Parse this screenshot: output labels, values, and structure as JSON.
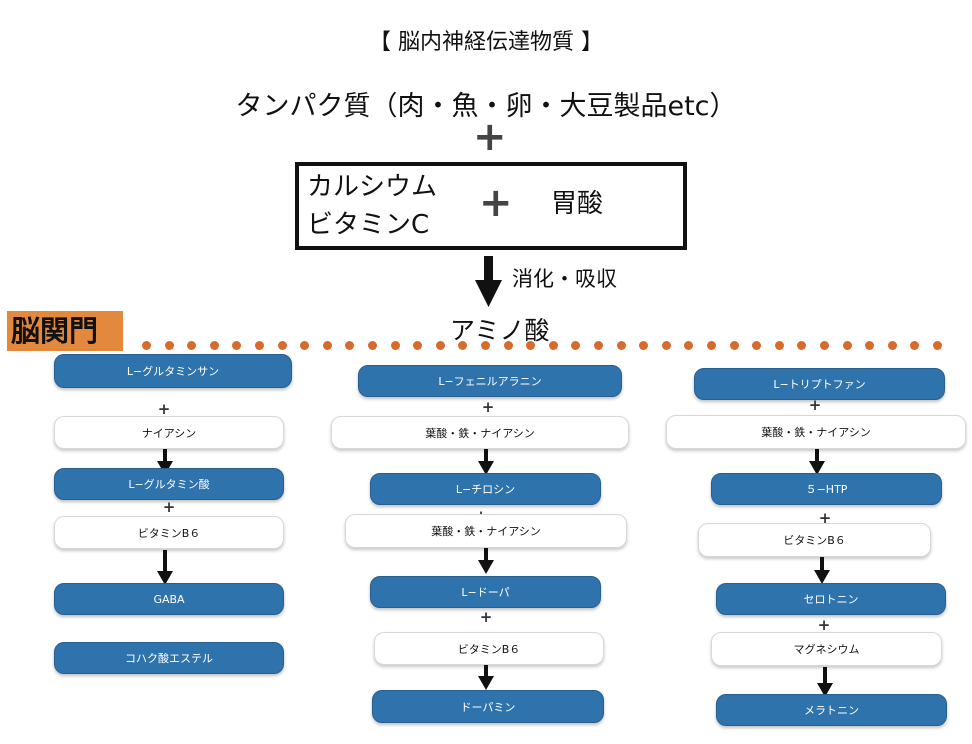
{
  "title": "【 脳内神経伝達物質 】",
  "protein": "タンパク質（肉・魚・卵・大豆製品etc）",
  "plus": "+",
  "box": {
    "line1": "カルシウム",
    "line2": "ビタミンC",
    "plus": "+",
    "right": "胃酸"
  },
  "digestion": "消化・吸収",
  "amino": "アミノ酸",
  "gate": "脳関門",
  "col1": {
    "n1": "L−グルタミンサン",
    "c1": "ナイアシン",
    "n2": "L−グルタミン酸",
    "c2": "ビタミンB６",
    "n3": "GABA",
    "n4": "コハク酸エステル"
  },
  "col2": {
    "n1": "L−フェニルアラニン",
    "c1": "葉酸・鉄・ナイアシン",
    "n2": "L−チロシン",
    "c2": "葉酸・鉄・ナイアシン",
    "n3": "L−ドーパ",
    "c3": "ビタミンB６",
    "n4": "ドーパミン"
  },
  "col3": {
    "n1": "L−トリプトファン",
    "c1": "葉酸・鉄・ナイアシン",
    "n2": "５−HTP",
    "c2": "ビタミンB６",
    "n3": "セロトニン",
    "c3": "マグネシウム",
    "n4": "メラトニン"
  },
  "colors": {
    "blue": "#2f73ad",
    "orange": "#e3893d",
    "dots": "#d86a2c"
  }
}
